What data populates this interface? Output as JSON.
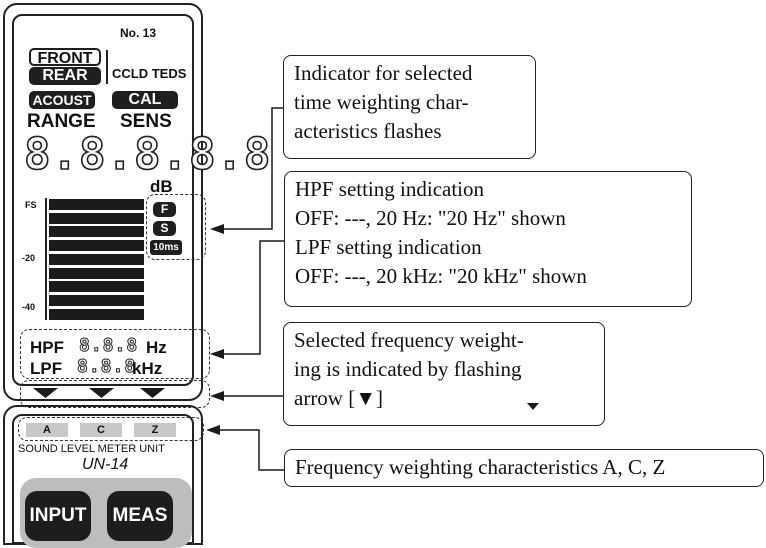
{
  "device": {
    "number": "No. 13",
    "front": "FRONT",
    "rear": "REAR",
    "ccld_teds": "CCLD TEDS",
    "acoust": "ACOUST",
    "cal": "CAL",
    "range": "RANGE",
    "sens": "SENS",
    "readout": "8.8.8.8.8",
    "db": "dB",
    "scale": [
      "FS",
      "-20",
      "-40"
    ],
    "level_fraction": 1.0,
    "time_weightings": [
      "F",
      "S",
      "10ms"
    ],
    "hpf_label": "HPF",
    "hpf_value": "8.8.8",
    "hpf_unit": "Hz",
    "lpf_label": "LPF",
    "lpf_value": "8.8.8",
    "lpf_unit": "kHz",
    "weighting_keys": [
      "A",
      "C",
      "Z"
    ],
    "unit_caption": "SOUND LEVEL METER UNIT",
    "unit_model": "UN-14",
    "buttons": [
      "INPUT",
      "MEAS"
    ]
  },
  "callouts": {
    "time_weighting": [
      "Indicator for selected",
      "time weighting char-",
      "acteristics flashes"
    ],
    "filters": [
      "HPF setting indication",
      "OFF: ---, 20 Hz: \"20 Hz\" shown",
      "LPF setting indication",
      "OFF: ---, 20 kHz: \"20 kHz\" shown"
    ],
    "freq_weighting": [
      "Selected frequency weight-",
      "ing is indicated by flashing",
      "arrow [▼]"
    ],
    "weighting_chars": [
      "Frequency weighting characteristics A, C, Z"
    ]
  }
}
